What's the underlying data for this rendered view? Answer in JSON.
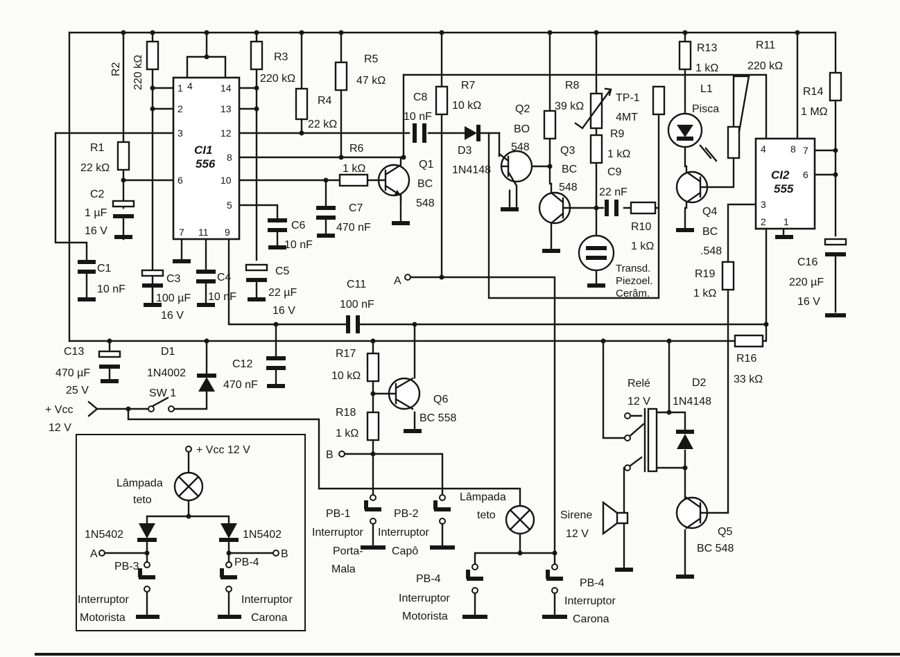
{
  "ci1": {
    "ref": "CI1",
    "part": "556",
    "pins_left": [
      "1",
      "2",
      "3",
      "6"
    ],
    "pins_right": [
      "14",
      "13",
      "12",
      "8",
      "10",
      "5"
    ],
    "pins_top": [
      "4"
    ],
    "pins_bottom": [
      "7",
      "11",
      "9"
    ]
  },
  "ci2": {
    "ref": "CI2",
    "part": "555",
    "pins": [
      "4",
      "8",
      "7",
      "6",
      "3",
      "2",
      "1"
    ]
  },
  "labels": {
    "r1": "R1",
    "r1v": "22 kΩ",
    "r2": "R2",
    "r2v": "220 kΩ",
    "r3": "R3",
    "r3v": "220 kΩ",
    "r4": "R4",
    "r4v": "22 kΩ",
    "r5": "R5",
    "r5v": "47 kΩ",
    "r6": "R6",
    "r6v": "1 kΩ",
    "r7": "R7",
    "r7v": "10 kΩ",
    "r8": "R8",
    "r8v": "39 kΩ",
    "r9": "R9",
    "r9v": "1 kΩ",
    "r10": "R10",
    "r10v": "1 kΩ",
    "r11": "R11",
    "r11v": "220 kΩ",
    "r13": "R13",
    "r13v": "1 kΩ",
    "r14": "R14",
    "r14v": "1 MΩ",
    "r16": "R16",
    "r16v": "33 kΩ",
    "r17": "R17",
    "r17v": "10 kΩ",
    "r18": "R18",
    "r18v": "1 kΩ",
    "r19": "R19",
    "r19v": "1 kΩ",
    "c1": "C1",
    "c1v": "10 nF",
    "c2": "C2",
    "c2v": "1 µF",
    "c2v2": "16 V",
    "c3": "C3",
    "c3v": "100 µF",
    "c3v2": "16 V",
    "c4": "C4",
    "c4v": "10 nF",
    "c5": "C5",
    "c5v": "22 µF",
    "c5v2": "16 V",
    "c6": "C6",
    "c6v": "10 nF",
    "c7": "C7",
    "c7v": "470 nF",
    "c8": "C8",
    "c8v": "10 nF",
    "c9": "C9",
    "c9v": "22 nF",
    "c11": "C11",
    "c11v": "100 nF",
    "c12": "C12",
    "c12v": "470 nF",
    "c13": "C13",
    "c13v": "470 µF",
    "c13v2": "25 V",
    "c16": "C16",
    "c16v": "220 µF",
    "c16v2": "16 V",
    "q1": "Q1",
    "q1v": "BC",
    "q1v2": "548",
    "q2": "Q2",
    "q2v": "BO",
    "q2v2": "548",
    "q3": "Q3",
    "q3v": "BC",
    "q3v2": "548",
    "q4": "Q4",
    "q4v": "BC",
    "q4v2": ".548",
    "q5": "Q5",
    "q5v": "BC 548",
    "q6": "Q6",
    "q6v": "BC 558",
    "d1": "D1",
    "d1v": "1N4002",
    "d2": "D2",
    "d2v": "1N4148",
    "d3": "D3",
    "d3v": "1N4148",
    "l1": "L1",
    "l1v": "Pisca",
    "tp": "TP-1",
    "tpv": "4MT",
    "transd1": "Transd.",
    "transd2": "Piezoel.",
    "transd3": "Cerâm.",
    "sw1": "SW 1",
    "vcc1": "+ Vcc",
    "vcc2": "12 V",
    "rele1": "Relé",
    "rele2": "12 V",
    "sirene1": "Sirene",
    "sirene2": "12 V",
    "a": "A",
    "b": "B",
    "pb1": "PB-1",
    "pb1a": "Interruptor",
    "pb1b": "Porta-",
    "pb1c": "Mala",
    "pb2": "PB-2",
    "pb2a": "Interruptor",
    "pb2b": "Capô",
    "lamp1": "Lâmpada",
    "lamp2": "teto",
    "pb4m": "PB-4",
    "pb4ma": "Interruptor",
    "pb4mb": "Motorista",
    "pb4c": "PB-4",
    "pb4ca": "Interruptor",
    "pb4cb": "Carona"
  },
  "inset": {
    "vcc": "+ Vcc 12 V",
    "lamp1": "Lâmpada",
    "lamp2": "teto",
    "d_left": "1N5402",
    "d_right": "1N5402",
    "a": "A",
    "b": "B",
    "pb3": "PB-3",
    "pb4": "PB-4",
    "int_left1": "Interruptor",
    "int_left2": "Motorista",
    "int_right1": "Interruptor",
    "int_right2": "Carona"
  }
}
